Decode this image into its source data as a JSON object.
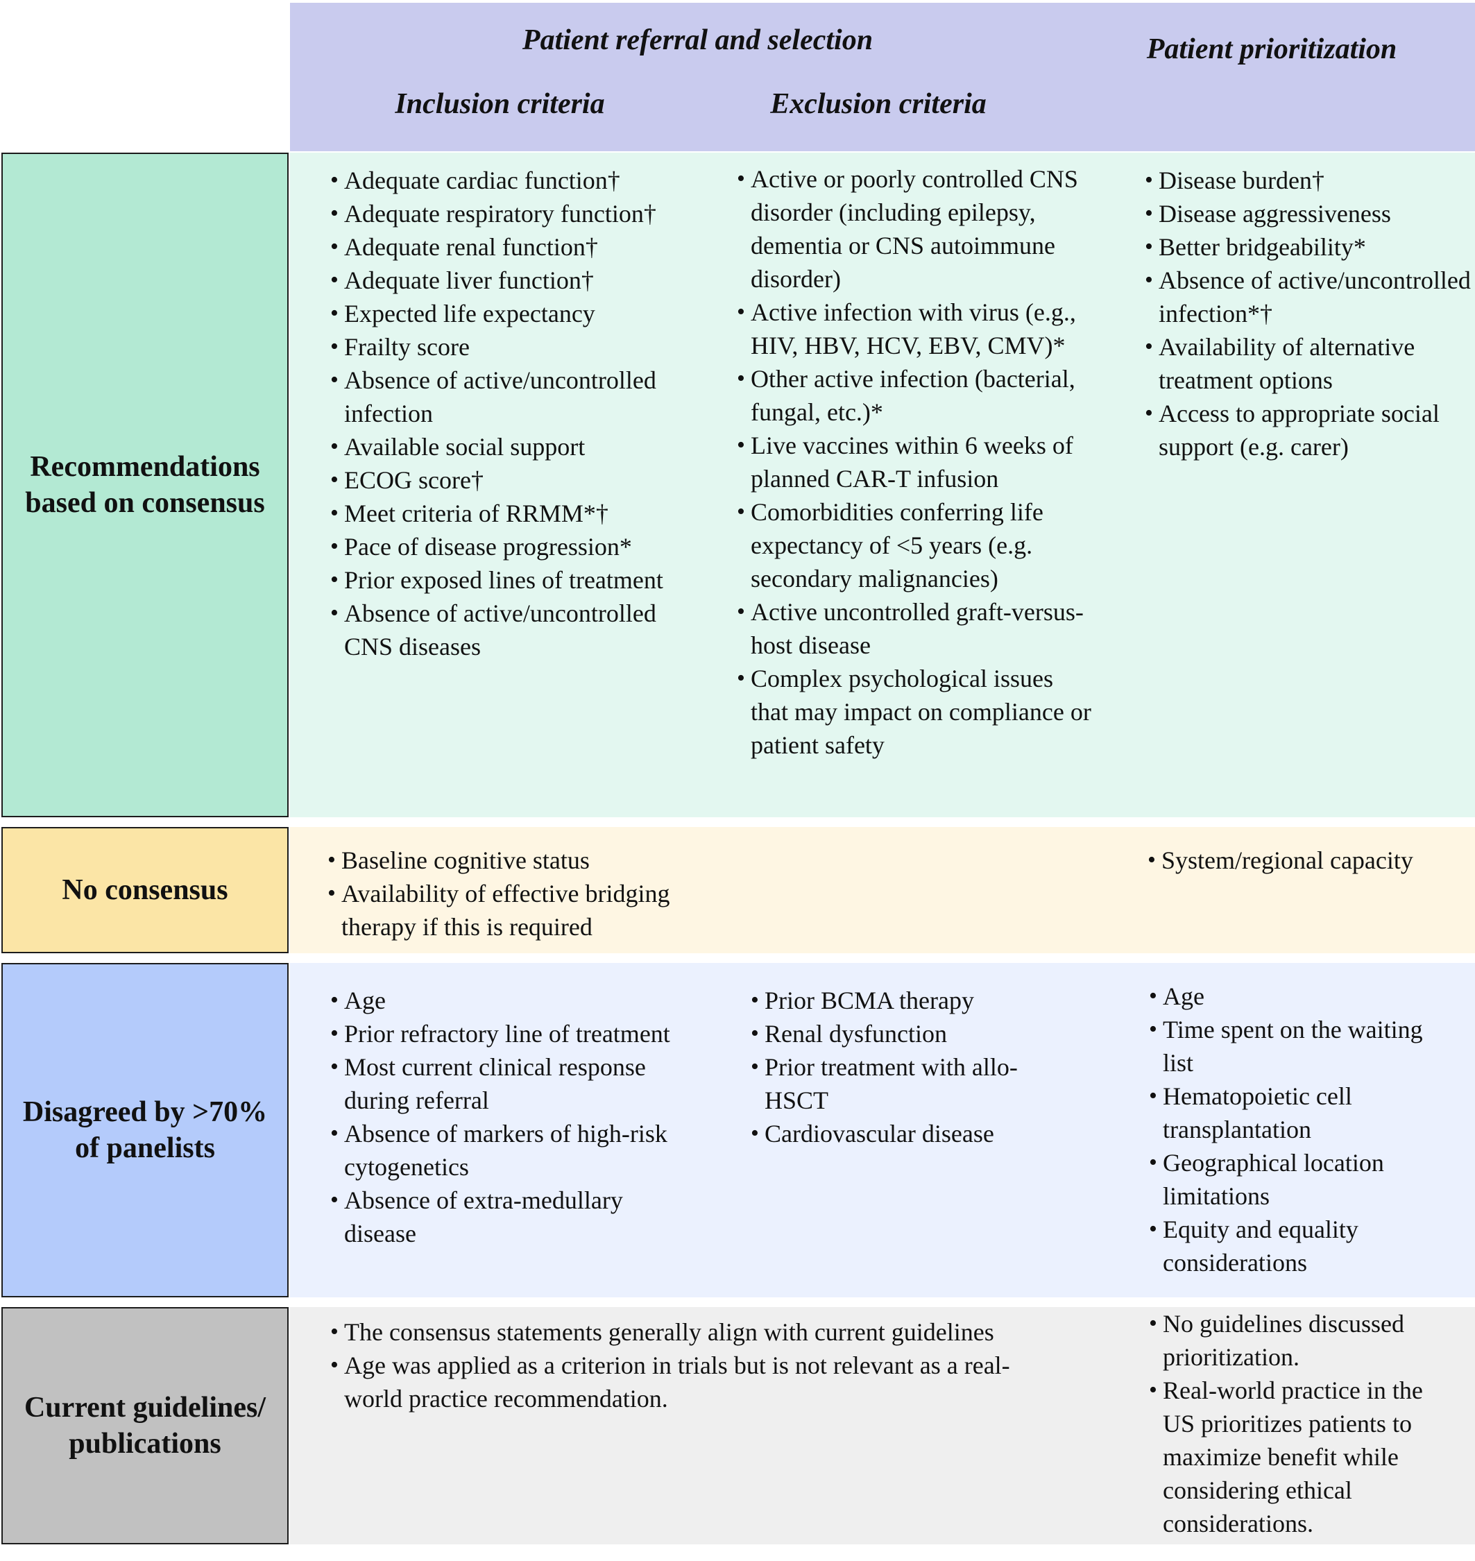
{
  "header": {
    "main": "Patient referral and selection",
    "inclusion": "Inclusion criteria",
    "exclusion": "Exclusion criteria",
    "prioritization": "Patient prioritization"
  },
  "rows": {
    "recommendations": {
      "label": "Recommendations based on consensus",
      "inclusion": [
        "Adequate cardiac function†",
        "Adequate respiratory function†",
        "Adequate renal function†",
        "Adequate liver function†",
        "Expected life expectancy",
        "Frailty score",
        "Absence of active/uncontrolled infection",
        "Available social support",
        "ECOG score†",
        "Meet criteria of RRMM*†",
        "Pace of disease progression*",
        "Prior exposed lines of treatment",
        "Absence of active/uncontrolled CNS diseases"
      ],
      "exclusion": [
        "Active or poorly controlled CNS disorder (including epilepsy, dementia or CNS autoimmune disorder)",
        "Active infection with virus (e.g., HIV, HBV, HCV, EBV, CMV)*",
        "Other active infection (bacterial, fungal, etc.)*",
        "Live vaccines within 6 weeks of planned CAR-T infusion",
        "Comorbidities conferring life expectancy of <5 years (e.g. secondary malignancies)",
        "Active uncontrolled graft-versus-host disease",
        "Complex psychological issues that may impact on compliance or patient safety"
      ],
      "prioritization": [
        "Disease burden†",
        "Disease aggressiveness",
        "Better bridgeability*",
        "Absence of active/uncontrolled infection*†",
        "Availability of alternative treatment options",
        "Access to appropriate social support (e.g. carer)"
      ]
    },
    "no_consensus": {
      "label": "No consensus",
      "inclusion": [
        "Baseline cognitive status",
        "Availability of effective bridging therapy if this is required"
      ],
      "prioritization": [
        "System/regional capacity"
      ]
    },
    "disagreed": {
      "label": "Disagreed by >70% of panelists",
      "inclusion": [
        "Age",
        "Prior refractory line of treatment",
        "Most current clinical response during referral",
        "Absence of markers of high-risk cytogenetics",
        "Absence of extra-medullary disease"
      ],
      "exclusion": [
        "Prior BCMA therapy",
        "Renal dysfunction",
        "Prior treatment with allo-HSCT",
        "Cardiovascular disease"
      ],
      "prioritization": [
        "Age",
        "Time spent on the waiting list",
        "Hematopoietic cell transplantation",
        "Geographical location limitations",
        "Equity and equality considerations"
      ]
    },
    "guidelines": {
      "label": "Current guidelines/ publications",
      "selection": [
        "The consensus statements generally align with current guidelines",
        "Age was applied as a criterion in trials but is not relevant as a real-world practice recommendation."
      ],
      "prioritization": [
        "No guidelines discussed prioritization.",
        "Real-world practice in the US prioritizes patients to maximize benefit while considering ethical considerations."
      ]
    }
  },
  "colors": {
    "header": "#c9cbee",
    "recommendations_label": "#b3e9d3",
    "recommendations_bg": "#e3f7f0",
    "no_consensus_label": "#fbe5a6",
    "no_consensus_bg": "#fef6e3",
    "disagreed_label": "#b4cbfb",
    "disagreed_bg": "#ebf1fe",
    "guidelines_label": "#c1c1c1",
    "guidelines_bg": "#efefef"
  }
}
